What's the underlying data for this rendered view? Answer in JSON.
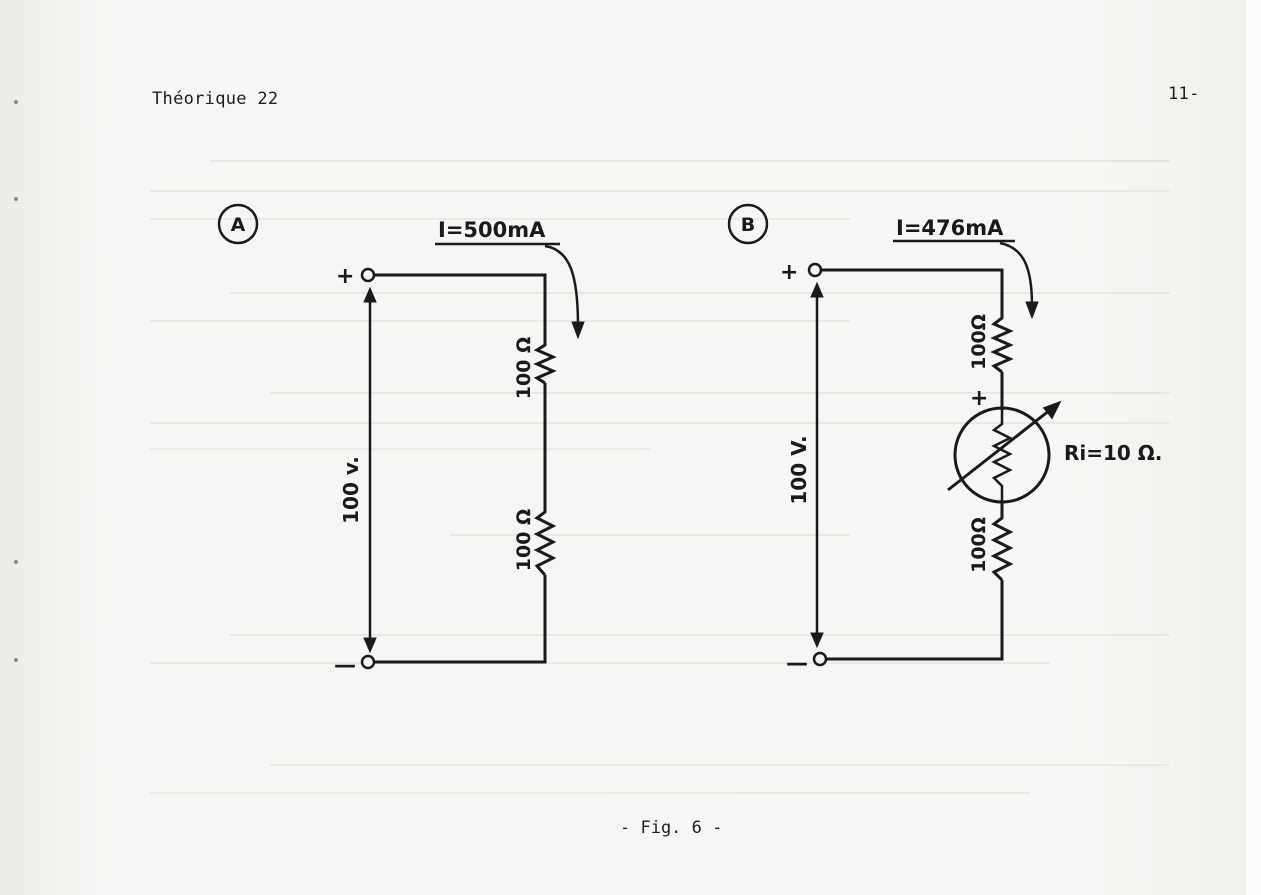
{
  "header": {
    "left": "Théorique 22",
    "right": "11-"
  },
  "circuit_a": {
    "badge": "A",
    "current": "I=500mA",
    "plus": "+",
    "minus": "—",
    "voltage": "100 v.",
    "resistor_top": "100 Ω",
    "resistor_bottom": "100 Ω"
  },
  "circuit_b": {
    "badge": "B",
    "current": "I=476mA",
    "plus": "+",
    "minus": "—",
    "voltage": "100 V.",
    "resistor_top": "100Ω",
    "resistor_bottom": "100Ω",
    "meter_plus": "+",
    "meter_label": "Ri=10 Ω."
  },
  "caption": "- Fig. 6 -"
}
